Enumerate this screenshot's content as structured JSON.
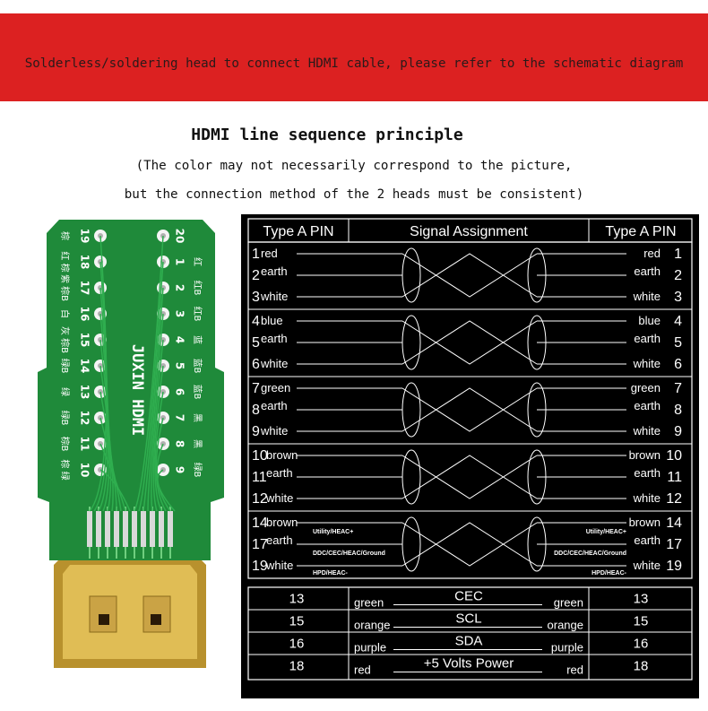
{
  "banner": {
    "text": "Solderless/soldering head to connect HDMI cable, please refer to the schematic diagram",
    "color": "#dc2121"
  },
  "title": "HDMI line sequence principle",
  "subtitle_line1": "(The color may not necessarily correspond to the picture,",
  "subtitle_line2": "but the connection method of the 2 heads must be consistent)",
  "board": {
    "brand": "JUXIN HDMI",
    "left_pin_numbers": [
      "19",
      "18",
      "17",
      "16",
      "15",
      "14",
      "13",
      "12",
      "11",
      "10"
    ],
    "right_pin_numbers": [
      "20",
      "1",
      "2",
      "3",
      "4",
      "5",
      "6",
      "7",
      "8",
      "9"
    ],
    "left_labels": [
      "棕",
      "红 棕",
      "紫 棕B",
      "白",
      "灰 棕B",
      "绿B",
      "绿",
      "绿B",
      "棕B",
      "棕 绿"
    ],
    "right_labels": [
      "",
      "红",
      "红B",
      "红B",
      "蓝",
      "蓝B",
      "蓝B",
      "黑",
      "黑",
      "绿B"
    ],
    "colors": {
      "pcb": "#1f8a3a",
      "connector": "#c9a23a"
    }
  },
  "diagram": {
    "header": {
      "left": "Type A PIN",
      "center": "Signal Assignment",
      "right": "Type A PIN"
    },
    "groups": [
      {
        "rows": [
          {
            "lpin": "1",
            "lname": "red",
            "rname": "red",
            "rpin": "1"
          },
          {
            "lpin": "2",
            "lname": "earth",
            "rname": "earth",
            "rpin": "2"
          },
          {
            "lpin": "3",
            "lname": "white",
            "rname": "white",
            "rpin": "3"
          }
        ]
      },
      {
        "rows": [
          {
            "lpin": "4",
            "lname": "blue",
            "rname": "blue",
            "rpin": "4"
          },
          {
            "lpin": "5",
            "lname": "earth",
            "rname": "earth",
            "rpin": "5"
          },
          {
            "lpin": "6",
            "lname": "white",
            "rname": "white",
            "rpin": "6"
          }
        ]
      },
      {
        "rows": [
          {
            "lpin": "7",
            "lname": "green",
            "rname": "green",
            "rpin": "7"
          },
          {
            "lpin": "8",
            "lname": "earth",
            "rname": "earth",
            "rpin": "8"
          },
          {
            "lpin": "9",
            "lname": "white",
            "rname": "white",
            "rpin": "9"
          }
        ]
      },
      {
        "rows": [
          {
            "lpin": "10",
            "lname": "brown",
            "rname": "brown",
            "rpin": "10"
          },
          {
            "lpin": "11",
            "lname": "earth",
            "rname": "earth",
            "rpin": "11"
          },
          {
            "lpin": "12",
            "lname": "white",
            "rname": "white",
            "rpin": "12"
          }
        ]
      },
      {
        "rows": [
          {
            "lpin": "14",
            "lname": "brown",
            "rname": "brown",
            "rpin": "14"
          },
          {
            "lpin": "17",
            "lname": "earth",
            "rname": "earth",
            "rpin": "17"
          },
          {
            "lpin": "19",
            "lname": "white",
            "rname": "white",
            "rpin": "19"
          }
        ],
        "notes": [
          "Utility/HEAC+",
          "DDC/CEC/HEAC/Ground",
          "HPD/HEAC-"
        ]
      }
    ],
    "signals": [
      {
        "pin": "13",
        "lcolor": "green",
        "name": "CEC",
        "rcolor": "green",
        "rpin": "13"
      },
      {
        "pin": "15",
        "lcolor": "orange",
        "name": "SCL",
        "rcolor": "orange",
        "rpin": "15"
      },
      {
        "pin": "16",
        "lcolor": "purple",
        "name": "SDA",
        "rcolor": "purple",
        "rpin": "16"
      },
      {
        "pin": "18",
        "lcolor": "red",
        "name": "+5 Volts Power",
        "rcolor": "red",
        "rpin": "18"
      }
    ]
  }
}
